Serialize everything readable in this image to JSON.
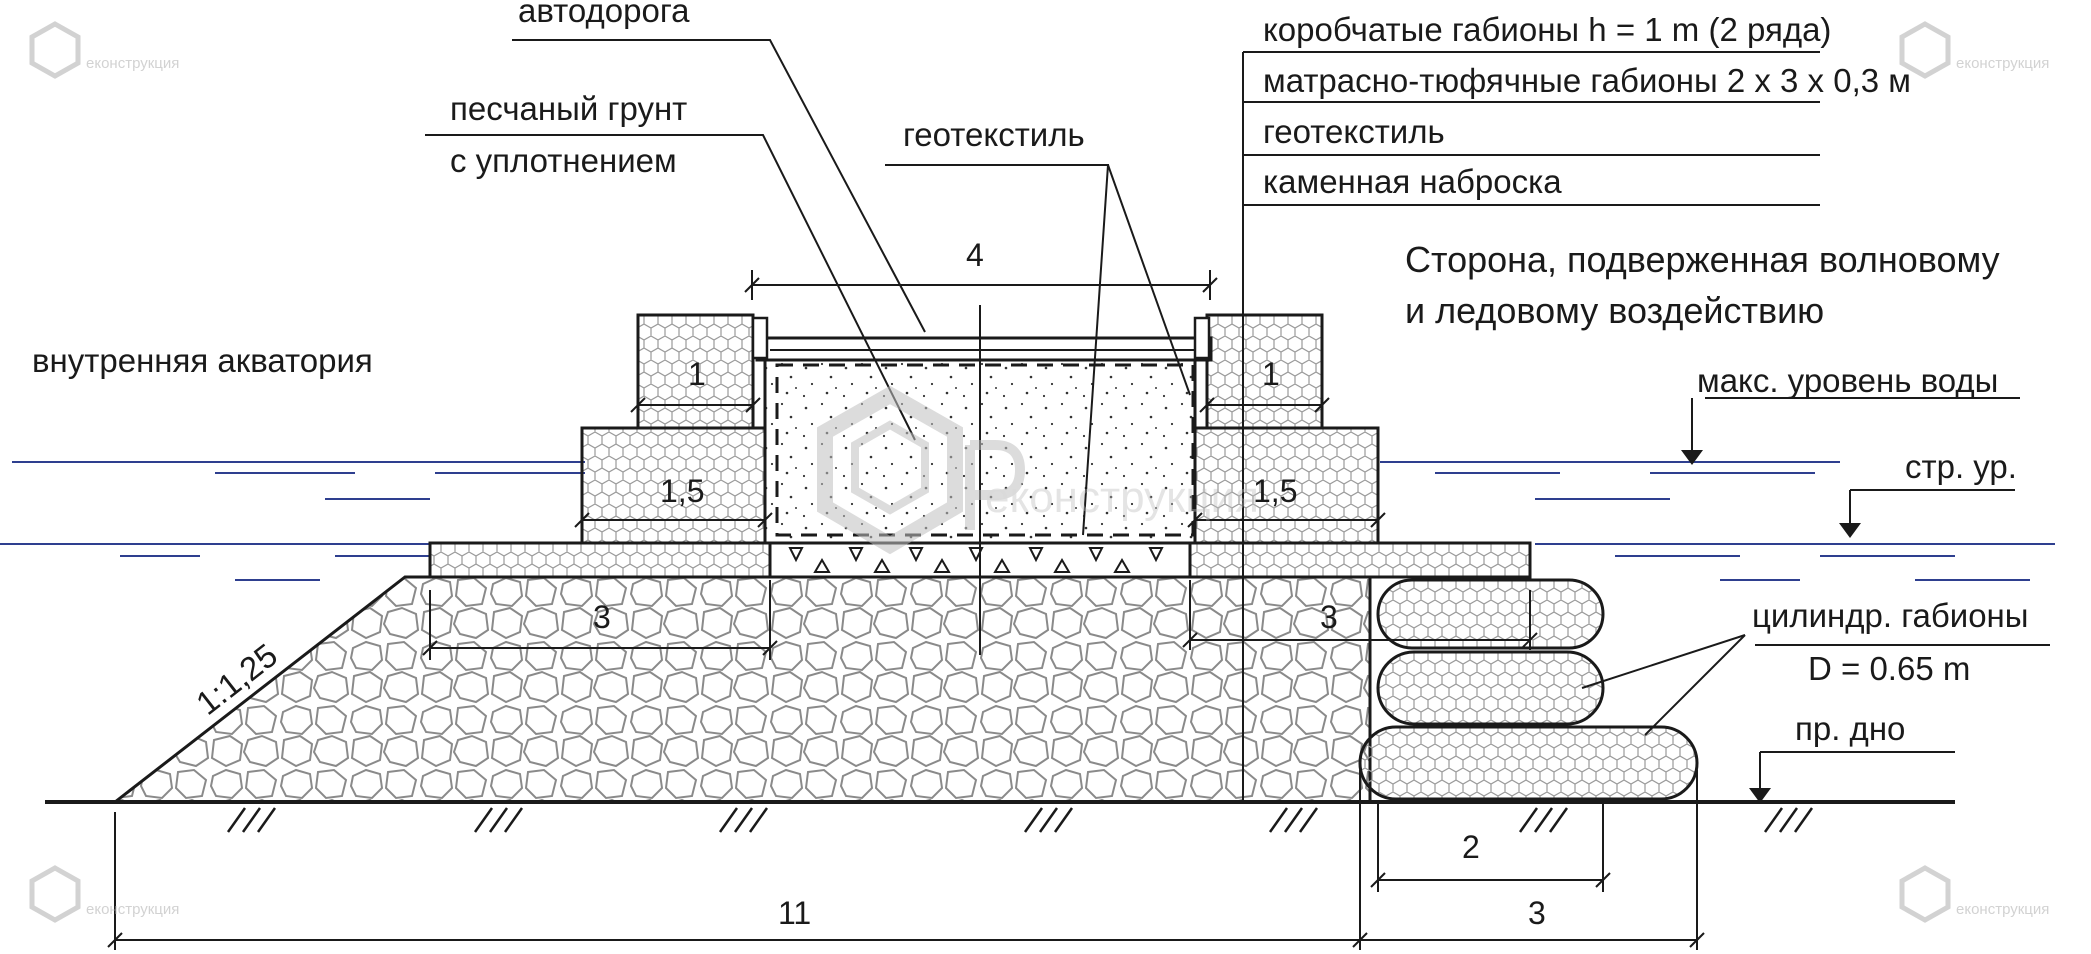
{
  "labels": {
    "road": "автодорога",
    "sand_line1": "песчаный грунт",
    "sand_line2": "с уплотнением",
    "geotextile_center": "геотекстиль",
    "legend": [
      "коробчатые габионы h = 1 m (2 ряда)",
      "матрасно-тюфячные габионы 2 х 3 х 0,3 м",
      "геотекстиль",
      "каменная наброска"
    ],
    "wave_side_line1": "Сторона, подверженная волновому",
    "wave_side_line2": "и ледовому воздействию",
    "inner_water": "внутренняя акватория",
    "max_water": "макс. уровень воды",
    "design_level": "стр. ур.",
    "cyl_gabions": "цилиндр. габионы",
    "cyl_diameter": "D = 0.65 m",
    "bottom": "пр. дно",
    "slope": "1:1,25"
  },
  "dimensions": {
    "top_width": "4",
    "gabion_upper": "1",
    "gabion_lower": "1,5",
    "mattress_width": "3",
    "cyl_base": "2",
    "total_width": "11",
    "cyl_zone": "3"
  },
  "watermark": {
    "brand": "еконструкция"
  },
  "colors": {
    "line": "#1a1a1a",
    "water": "#2e3f8f",
    "stone": "#8a8a8a",
    "mesh": "#9a9a9a",
    "watermark": "#b5b5b5"
  }
}
